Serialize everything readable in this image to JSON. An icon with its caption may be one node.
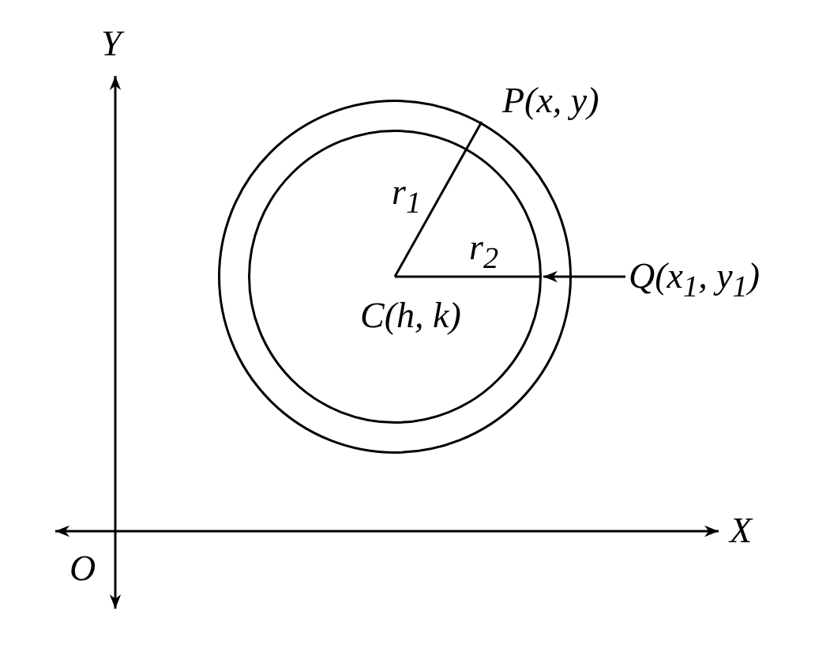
{
  "diagram": {
    "nodes": [
      {
        "text": [],
        "shape": "circle"
      },
      {
        "text": [],
        "shape": "circle",
        "in": 0
      },
      {
        "text": [
          "Q(x$_{1}$, y$_{1}$)"
        ]
      }
    ],
    "edges": [
      {
        "from": 2,
        "to": 1,
        "arrow": "to"
      }
    ],
    "labels": [
      "Y",
      "P(x, y)",
      "r$_{1}$",
      "r$_{2}$",
      "C(h, k)",
      "X",
      "O"
    ]
  }
}
